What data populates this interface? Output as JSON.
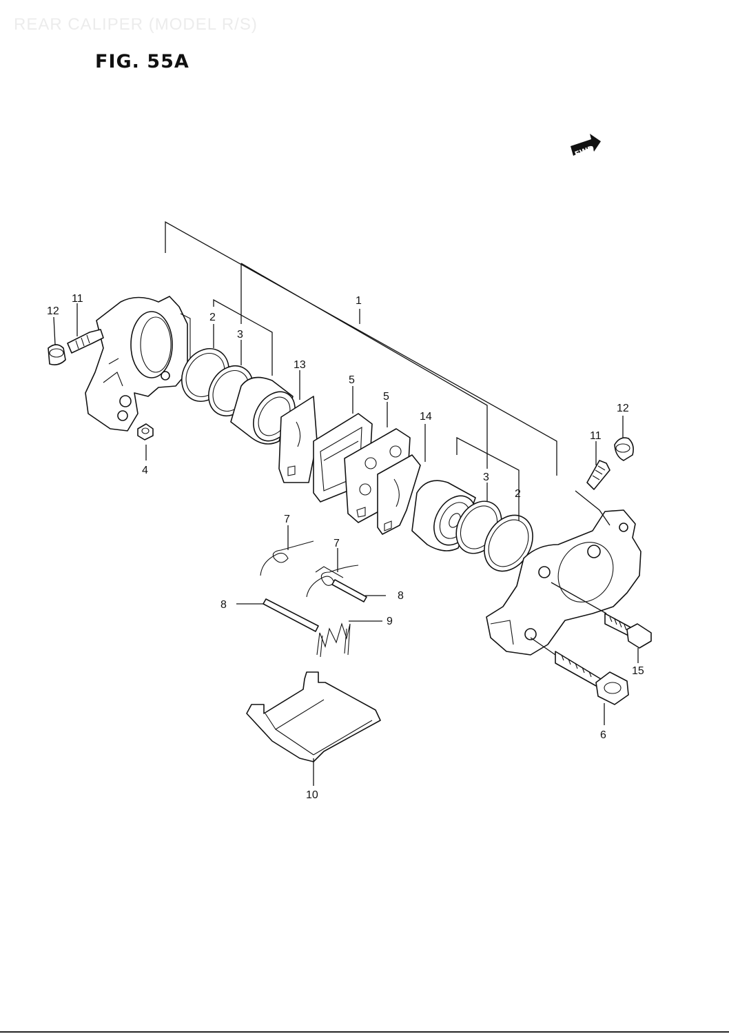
{
  "header": {
    "title": "REAR CALIPER (MODEL R/S)",
    "figure": "FIG. 55A"
  },
  "badge": {
    "text": "FWD"
  },
  "callouts": [
    {
      "id": "c1",
      "text": "1"
    },
    {
      "id": "c2a",
      "text": "2"
    },
    {
      "id": "c2b",
      "text": "2"
    },
    {
      "id": "c3a",
      "text": "3"
    },
    {
      "id": "c3b",
      "text": "3"
    },
    {
      "id": "c4",
      "text": "4"
    },
    {
      "id": "c5a",
      "text": "5"
    },
    {
      "id": "c5b",
      "text": "5"
    },
    {
      "id": "c6",
      "text": "6"
    },
    {
      "id": "c7a",
      "text": "7"
    },
    {
      "id": "c7b",
      "text": "7"
    },
    {
      "id": "c8a",
      "text": "8"
    },
    {
      "id": "c8b",
      "text": "8"
    },
    {
      "id": "c9",
      "text": "9"
    },
    {
      "id": "c10",
      "text": "10"
    },
    {
      "id": "c11a",
      "text": "11"
    },
    {
      "id": "c11b",
      "text": "11"
    },
    {
      "id": "c12a",
      "text": "12"
    },
    {
      "id": "c12b",
      "text": "12"
    },
    {
      "id": "c13",
      "text": "13"
    },
    {
      "id": "c14",
      "text": "14"
    },
    {
      "id": "c15",
      "text": "15"
    }
  ]
}
